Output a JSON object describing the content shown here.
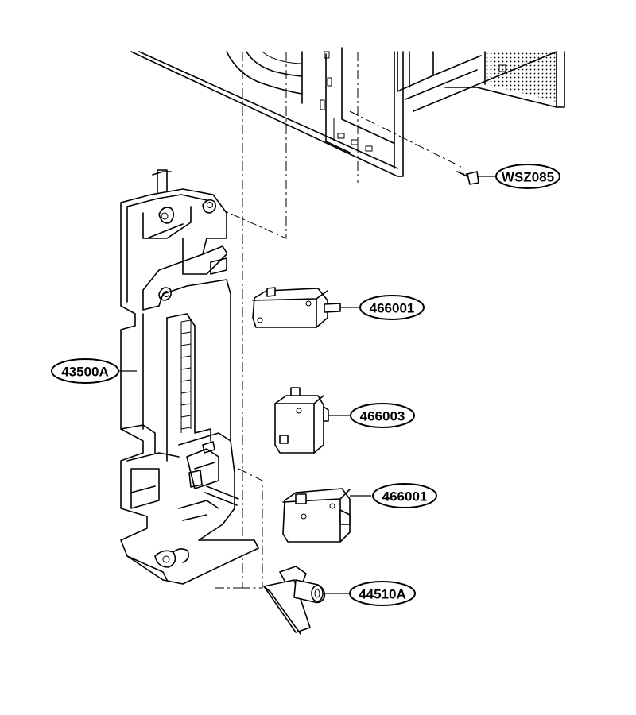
{
  "parts": [
    {
      "id": "WSZ085"
    },
    {
      "id": "466001"
    },
    {
      "id": "43500A"
    },
    {
      "id": "466003"
    },
    {
      "id": "466001"
    },
    {
      "id": "44510A"
    }
  ]
}
